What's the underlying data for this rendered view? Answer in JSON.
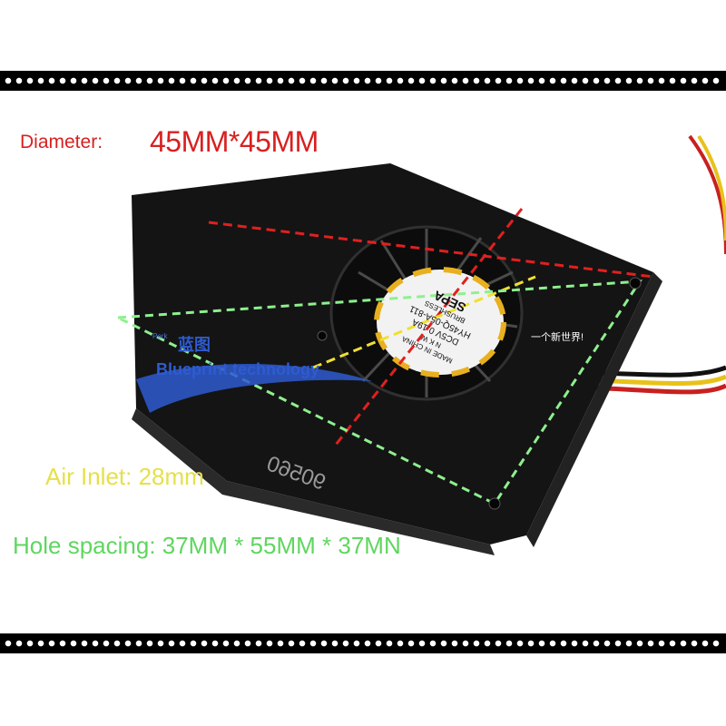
{
  "labels": {
    "diameter_label": "Diameter:",
    "diameter_value": "45MM*45MM",
    "air_inlet": "Air Inlet: 28mm",
    "hole_spacing": "Hole spacing: 37MM * 55MM * 37MN"
  },
  "watermark": {
    "small": "Perk",
    "chinese": "蓝图",
    "english": "Blueprint technology",
    "right_text": "一个新世界!"
  },
  "fan_label": {
    "line1": "SEPA",
    "line2": "BRUSHLESS",
    "line3": "HY45Q-05A-811",
    "line4": "DC5V 0.19A",
    "line5": "N K W",
    "line6": "MADE IN CHINA"
  },
  "housing_print": "90560",
  "colors": {
    "red_guide": "#e02020",
    "yellow_guide": "#f0e030",
    "green_guide": "#8ef08e",
    "watermark_blue": "#2e5bd0"
  }
}
